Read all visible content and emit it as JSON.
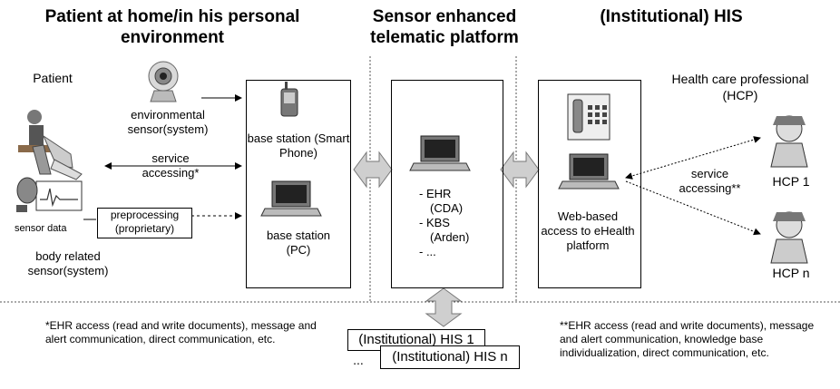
{
  "headers": {
    "left": "Patient at home/in his personal environment",
    "middle": "Sensor enhanced telematic platform",
    "right": "(Institutional) HIS"
  },
  "patient": {
    "label": "Patient",
    "environmental_sensor": "environmental sensor(system)",
    "service_accessing": "service accessing*",
    "sensor_data": "sensor data",
    "preprocessing": "preprocessing (proprietary)",
    "body_sensor": "body related sensor(system)"
  },
  "base_stations": {
    "smartphone": "base station (Smart Phone)",
    "pc": "base station (PC)"
  },
  "platform": {
    "items": [
      "- EHR",
      "(CDA)",
      "- KBS",
      "(Arden)",
      "- ..."
    ]
  },
  "his": {
    "web_access": "Web-based access to eHealth platform"
  },
  "hcp": {
    "title": "Health care professional (HCP)",
    "service_accessing": "service accessing**",
    "hcp1": "HCP 1",
    "hcpn": "HCP n"
  },
  "bottom": {
    "his1": "(Institutional) HIS 1",
    "ellipsis": "...",
    "hisn": "(Institutional) HIS n"
  },
  "footnotes": {
    "left": "*EHR access (read and write documents), message and alert communication, direct communication, etc.",
    "right": "**EHR access (read and write documents), message and alert communication, knowledge base individualization, direct communication, etc."
  }
}
